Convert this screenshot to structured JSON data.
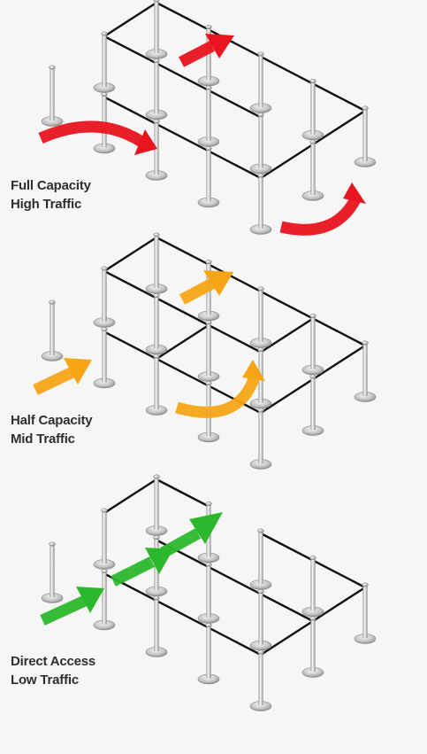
{
  "panels": [
    {
      "id": "full",
      "line1": "Full Capacity",
      "line2": "High Traffic",
      "arrow_color": "#e8141e",
      "arrow_icon": "curved-arrow-icon"
    },
    {
      "id": "half",
      "line1": "Half Capacity",
      "line2": "Mid Traffic",
      "arrow_color": "#f5a516",
      "arrow_icon": "curved-arrow-icon"
    },
    {
      "id": "direct",
      "line1": "Direct Access",
      "line2": "Low Traffic",
      "arrow_color": "#2cb82c",
      "arrow_icon": "straight-arrow-icon"
    }
  ],
  "colors": {
    "background": "#f6f6f6",
    "rope": "#111111",
    "post_light": "#e6e6e6",
    "post_dark": "#9a9a9a",
    "label_text": "#2e2e2e"
  },
  "icons": {
    "post": "stanchion-post-icon",
    "belt": "retractable-belt-line"
  }
}
